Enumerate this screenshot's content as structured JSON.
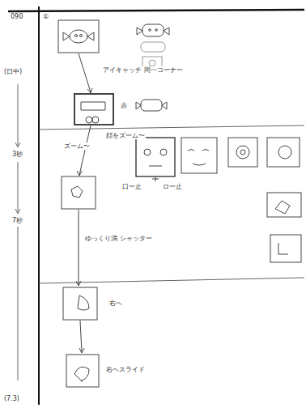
{
  "diagram": {
    "labels": [
      "090",
      "①",
      "(日中)",
      "3秒",
      "7秒",
      "アイキャッチ 同一コーナー",
      "赤",
      "ズーム〜",
      "顔をズーム〜",
      "口ー止",
      "ロー止",
      "ゆっくり消 シャッター",
      "右へ",
      "右へスライド",
      "(7.3)"
    ]
  }
}
